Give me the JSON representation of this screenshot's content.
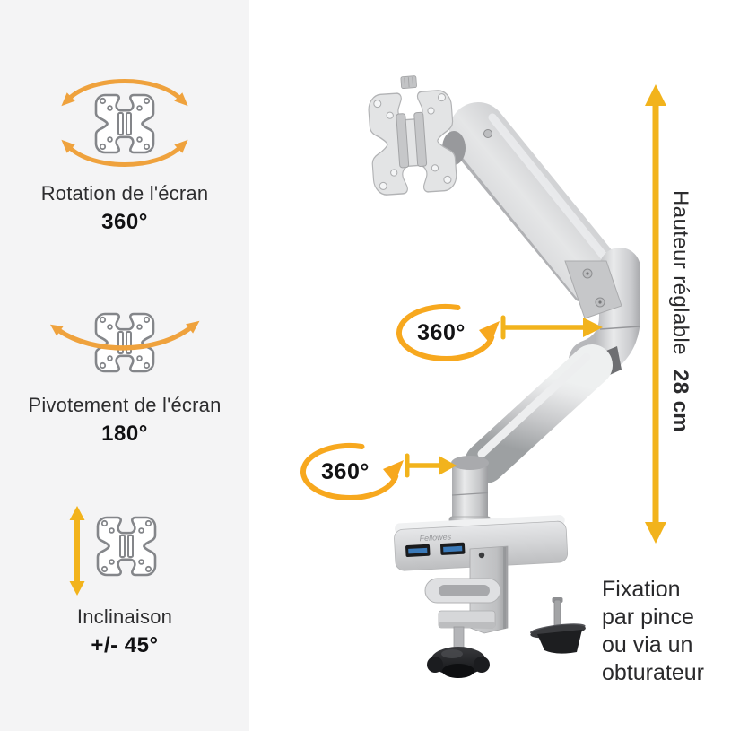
{
  "features": [
    {
      "label": "Rotation de l'écran",
      "value": "360°"
    },
    {
      "label": "Pivotement de l'écran",
      "value": "180°"
    },
    {
      "label": "Inclinaison",
      "value": "+/- 45°"
    }
  ],
  "badges": [
    {
      "value": "360°"
    },
    {
      "value": "360°"
    }
  ],
  "height_measure": {
    "label": "Hauteur réglable",
    "value": "28 cm"
  },
  "mounting_note": {
    "lines": [
      "Fixation",
      "par pince",
      "ou via un",
      "obturateur"
    ]
  },
  "brand_logo": "Fellowes",
  "colors": {
    "panel_bg": "#f4f4f5",
    "page_bg": "#ffffff",
    "arrow_orange": "#EFA23D",
    "arrow_gold": "#F2B31C",
    "arrow_oval": "#F7A81E",
    "text": "#2d2d2f"
  }
}
